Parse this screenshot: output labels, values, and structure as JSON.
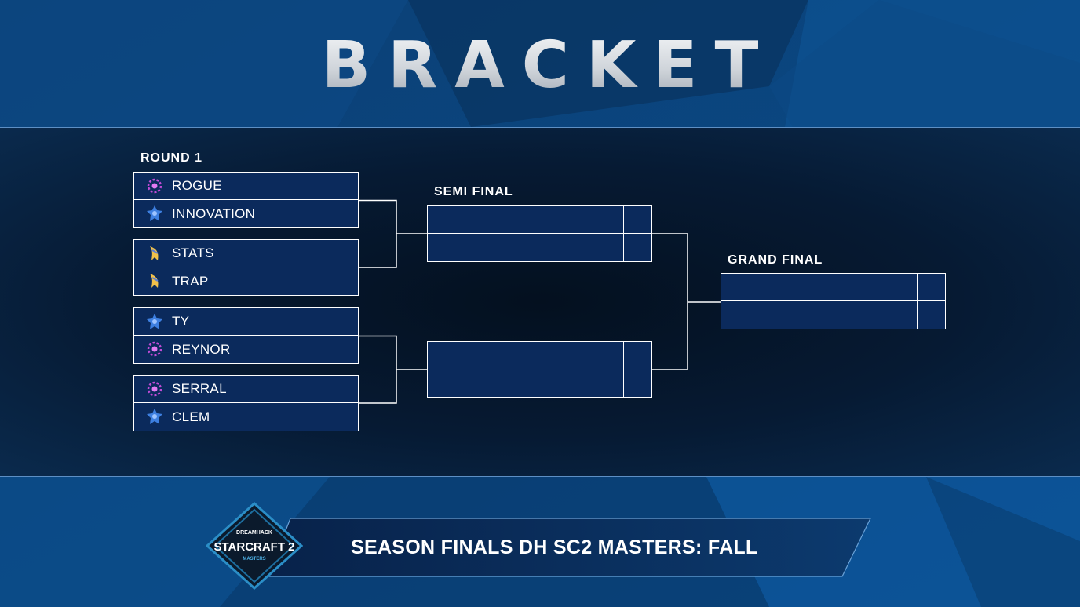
{
  "title": "BRACKET",
  "rounds": {
    "round1": "ROUND 1",
    "semi": "SEMI FINAL",
    "grand": "GRAND FINAL"
  },
  "round1_matches": [
    {
      "players": [
        {
          "name": "ROGUE",
          "race": "zerg"
        },
        {
          "name": "INNOVATION",
          "race": "terran"
        }
      ]
    },
    {
      "players": [
        {
          "name": "STATS",
          "race": "protoss"
        },
        {
          "name": "TRAP",
          "race": "protoss"
        }
      ]
    },
    {
      "players": [
        {
          "name": "TY",
          "race": "terran"
        },
        {
          "name": "REYNOR",
          "race": "zerg"
        }
      ]
    },
    {
      "players": [
        {
          "name": "SERRAL",
          "race": "zerg"
        },
        {
          "name": "CLEM",
          "race": "terran"
        }
      ]
    }
  ],
  "event": {
    "footer_title": "SEASON FINALS DH SC2 MASTERS: FALL",
    "logo_top": "DREAMHACK",
    "logo_main": "STARCRAFT 2",
    "logo_bottom": "MASTERS"
  },
  "colors": {
    "slot_fill": "#0b2a5c",
    "line": "#ffffff",
    "zerg": "#c04bd6",
    "terran": "#3d7fe0",
    "protoss": "#f2c14a"
  }
}
